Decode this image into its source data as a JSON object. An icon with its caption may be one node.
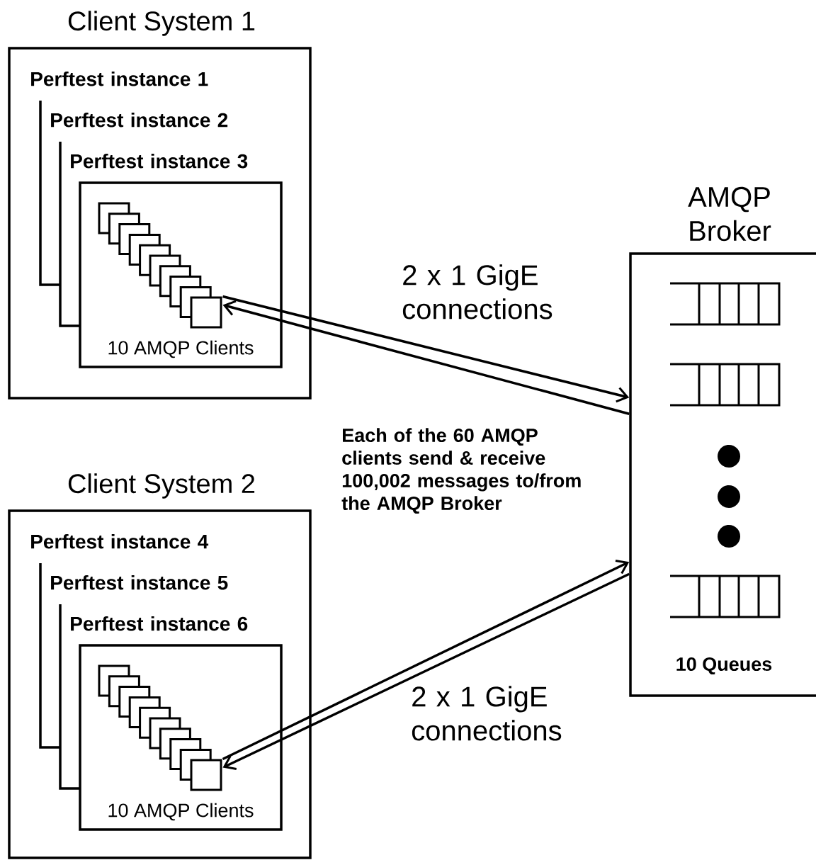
{
  "diagram": {
    "nodes": [
      {
        "text": [
          "Client System 1"
        ]
      },
      {
        "text": [
          "Perftest instance 1"
        ],
        "in": 0
      },
      {
        "text": [
          "Perftest instance 2"
        ],
        "in": 0
      },
      {
        "text": [
          "Perftest instance 3",
          "10 AMQP Clients"
        ],
        "in": 0
      },
      {
        "text": [],
        "shape": "box",
        "in": 3
      },
      {
        "text": [
          "Client System 2"
        ]
      },
      {
        "text": [
          "Perftest instance 4"
        ],
        "in": 5
      },
      {
        "text": [
          "Perftest instance 5"
        ],
        "in": 5
      },
      {
        "text": [
          "Perftest instance 6",
          "10 AMQP Clients"
        ],
        "in": 5
      },
      {
        "text": [],
        "shape": "box",
        "in": 8
      },
      {
        "text": [
          "AMQP Broker",
          "10 Queues"
        ]
      }
    ],
    "edges": [
      {
        "from": 4,
        "to": 10,
        "arrow": "to",
        "label": "2 x 1 GigE connections"
      },
      {
        "from": 10,
        "to": 4,
        "arrow": "to"
      },
      {
        "from": 9,
        "to": 10,
        "arrow": "to"
      },
      {
        "from": 10,
        "to": 9,
        "arrow": "to",
        "label": "2 x 1 GigE connections"
      }
    ],
    "labels": [
      "Each of the 60 AMQP clients send & receive 100,002 messages to/from the AMQP Broker"
    ]
  }
}
